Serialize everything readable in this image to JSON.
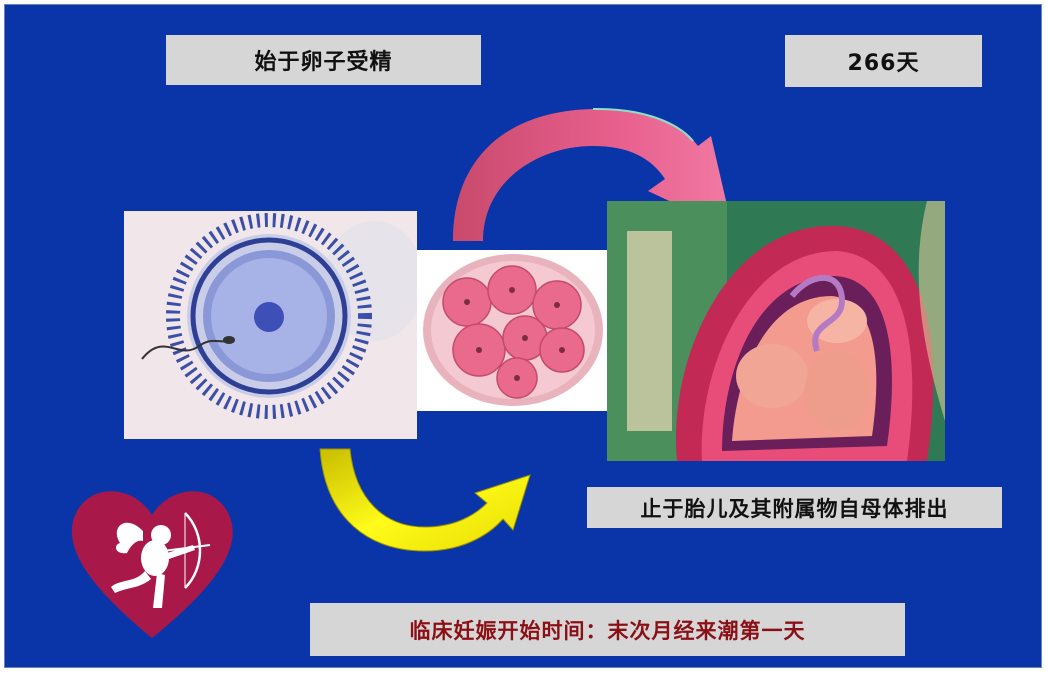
{
  "labels": {
    "start": "始于卵子受精",
    "days": "266天",
    "end": "止于胎儿及其附属物自母体排出",
    "clinical": "临床妊娠开始时间：末次月经来潮第一天"
  },
  "images": {
    "egg": "fertilized-egg-illustration",
    "morula": "morula-cell-cluster-illustration",
    "fetus": "fetus-in-uterus-illustration",
    "cupid": "cupid-heart-icon"
  },
  "arrows": {
    "top_arrow_color": "#d4557a",
    "bottom_arrow_color": "#f4f000"
  },
  "colors": {
    "background": "#0a35a8",
    "label_bg": "#d6d6d6",
    "clinical_text": "#8b1016",
    "heart": "#a8194a"
  }
}
